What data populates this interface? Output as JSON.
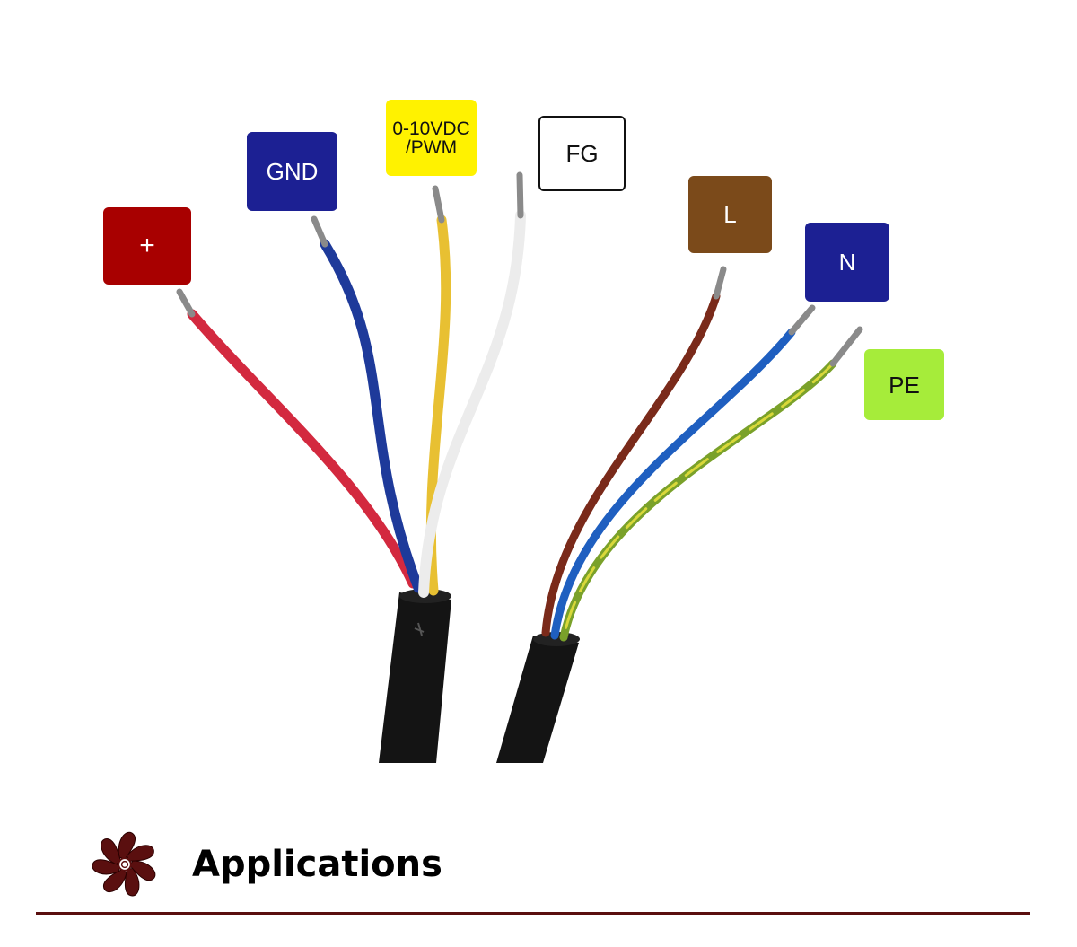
{
  "colors": {
    "accent": "#5a0f0f",
    "cable_sheath": "#141414"
  },
  "labels": [
    {
      "id": "plus",
      "text": "+",
      "bg": "#a80000",
      "fg": "#ffffff"
    },
    {
      "id": "gnd",
      "text": "GND",
      "bg": "#1c2093",
      "fg": "#ffffff"
    },
    {
      "id": "ctrl",
      "text": "0-10VDC\n/PWM",
      "bg": "#fff200",
      "fg": "#111111"
    },
    {
      "id": "fg",
      "text": "FG",
      "bg": "#ffffff",
      "fg": "#111111"
    },
    {
      "id": "l",
      "text": "L",
      "bg": "#7b4a1a",
      "fg": "#ffffff"
    },
    {
      "id": "n",
      "text": "N",
      "bg": "#1c2093",
      "fg": "#ffffff"
    },
    {
      "id": "pe",
      "text": "PE",
      "bg": "#a6ec3a",
      "fg": "#111111"
    }
  ],
  "wires": [
    {
      "id": "plus",
      "color": "#d3293f"
    },
    {
      "id": "gnd",
      "color": "#1e3a9a"
    },
    {
      "id": "ctrl",
      "color": "#e8c032"
    },
    {
      "id": "fg",
      "color": "#ececec"
    },
    {
      "id": "l",
      "color": "#7a2a1a"
    },
    {
      "id": "n",
      "color": "#1f5fc0"
    },
    {
      "id": "pe",
      "color": "#7aa12a"
    }
  ],
  "heading": {
    "icon": "fan-icon",
    "text": "Applications"
  }
}
